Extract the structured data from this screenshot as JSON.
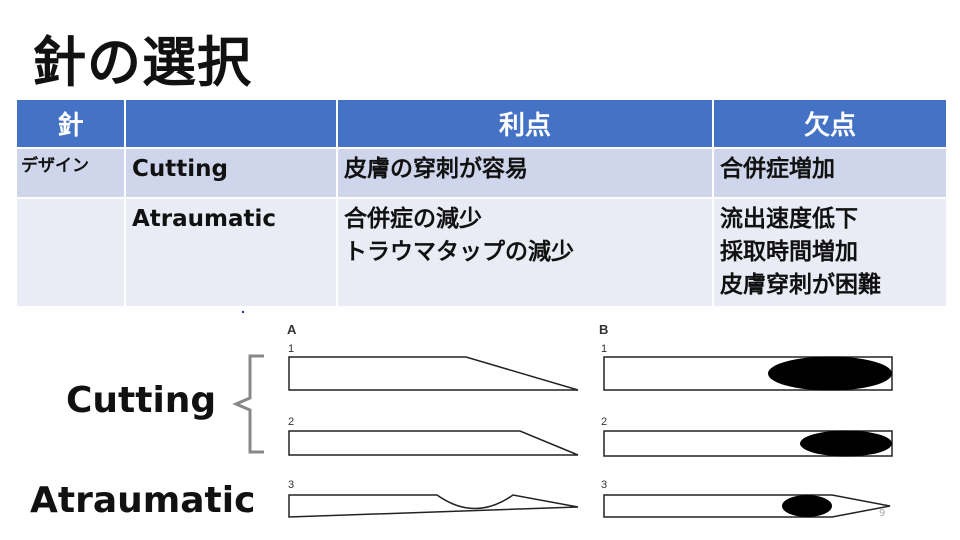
{
  "title": "針の選択",
  "table": {
    "headers": [
      "針",
      "",
      "利点",
      "欠点"
    ],
    "rows": [
      {
        "c0": "デザイン",
        "c1": "Cutting",
        "c2": [
          "皮膚の穿刺が容易"
        ],
        "c3": [
          "合併症増加"
        ]
      },
      {
        "c0": "",
        "c1": "Atraumatic",
        "c2": [
          "合併症の減少",
          "トラウマタップの減少"
        ],
        "c3": [
          "流出速度低下",
          "採取時間増加",
          "皮膚穿刺が困難"
        ]
      }
    ]
  },
  "figure": {
    "panel_a": "A",
    "panel_b": "B",
    "numbers": [
      "1",
      "2",
      "3"
    ]
  },
  "labels": {
    "cutting": "Cutting",
    "atraumatic": "Atraumatic"
  },
  "page_number": "9",
  "colors": {
    "header": "#4472c4",
    "row1": "#cfd5ea",
    "row2": "#e9ebf5"
  }
}
